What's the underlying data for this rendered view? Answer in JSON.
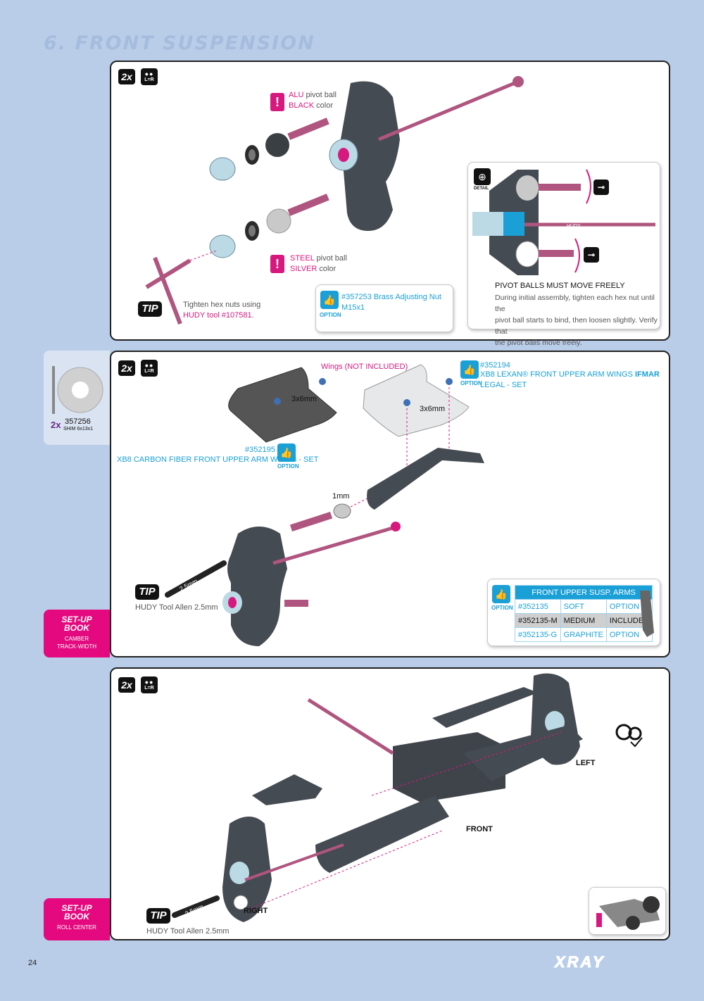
{
  "page": {
    "title": "6. FRONT SUSPENSION",
    "page_number": "24",
    "brand": "XRAY"
  },
  "step1": {
    "badge": "2x",
    "lr": "L=R",
    "alu_label": "ALU",
    "alu_rest": "pivot ball",
    "alu_color": "BLACK",
    "alu_color_rest": "color",
    "steel_label": "STEEL",
    "steel_rest": "pivot ball",
    "steel_color": "SILVER",
    "steel_color_rest": "color",
    "tip": "TIP",
    "tip_text1": "Tighten hex nuts using",
    "tip_text2": "HUDY tool #107581.",
    "option_label": "OPTION",
    "option_text": "#357253 Brass Adjusting Nut M15x1",
    "detail_label": "DETAIL",
    "detail_hudy": "HUDY",
    "detail_title": "PIVOT BALLS MUST MOVE FREELY",
    "detail_text1": "During initial assembly, tighten each hex nut until the",
    "detail_text2": "pivot ball starts to bind, then loosen slightly.  Verify that",
    "detail_text3": "the pivot balls move freely."
  },
  "step2": {
    "badge": "2x",
    "lr": "L=R",
    "shim_qty": "2x",
    "shim_code": "357256",
    "shim_name": "SHIM 6x13x1",
    "wings_label": "Wings (NOT INCLUDED)",
    "screw1": "3x6mm",
    "screw2": "3x6mm",
    "lexan_code": "#352194",
    "lexan_name_a": "XB8 LEXAN® FRONT UPPER ARM WINGS ",
    "lexan_name_b": "IFMAR",
    "lexan_name_c": " LEGAL - SET",
    "carbon_code": "#352195",
    "carbon_name": "XB8 CARBON FIBER FRONT UPPER ARM WINGS - SET",
    "option_label": "OPTION",
    "spacer": "1mm",
    "tip": "TIP",
    "tool_size": "2.5mm",
    "tool_text": "HUDY Tool Allen 2.5mm",
    "setup_title1": "SET-UP",
    "setup_title2": "BOOK",
    "setup_sub1": "CAMBER",
    "setup_sub2": "TRACK-WIDTH",
    "arms_header": "FRONT UPPER SUSP. ARMS",
    "arms_rows": [
      [
        "#352135",
        "SOFT",
        "OPTION"
      ],
      [
        "#352135-M",
        "MEDIUM",
        "INCLUDED"
      ],
      [
        "#352135-G",
        "GRAPHITE",
        "OPTION"
      ]
    ]
  },
  "step3": {
    "badge": "2x",
    "lr": "L=R",
    "left": "LEFT",
    "front": "FRONT",
    "right": "RIGHT",
    "tip": "TIP",
    "tool_size": "2.5mm",
    "tool_text": "HUDY Tool Allen 2.5mm",
    "setup_title1": "SET-UP",
    "setup_title2": "BOOK",
    "setup_sub": "ROLL CENTER"
  },
  "colors": {
    "background": "#b9cde9",
    "magenta": "#d7197f",
    "cyan": "#1aa0d6",
    "part_dark": "#454b52",
    "part_light": "#bcd9e6",
    "rod": "#b0557f"
  }
}
